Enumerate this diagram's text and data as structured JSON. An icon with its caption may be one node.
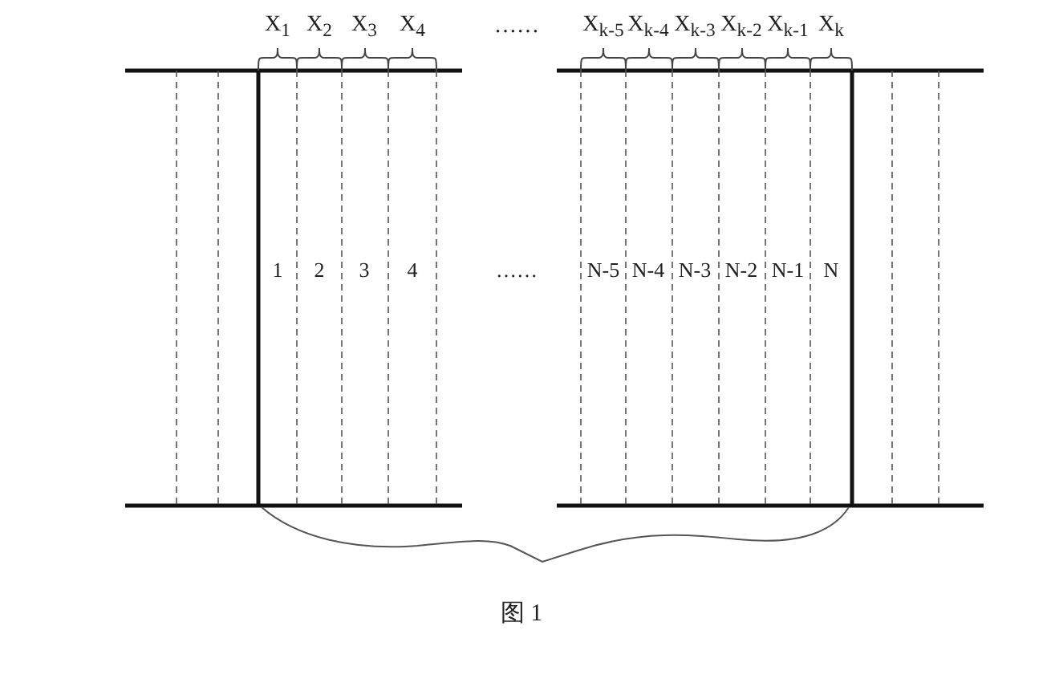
{
  "diagram": {
    "caption": "图 1",
    "labels": [
      "X$_{1}$",
      "X$_{2}$",
      "X$_{3}$",
      "X$_{4}$",
      "……",
      "X$_{k-5}$",
      "X$_{k-4}$",
      "X$_{k-3}$",
      "X$_{k-2}$",
      "X$_{k-1}$",
      "X$_{k}$",
      "1",
      "2",
      "3",
      "4",
      "……",
      "N-5",
      "N-4",
      "N-3",
      "N-2",
      "N-1",
      "N"
    ]
  }
}
